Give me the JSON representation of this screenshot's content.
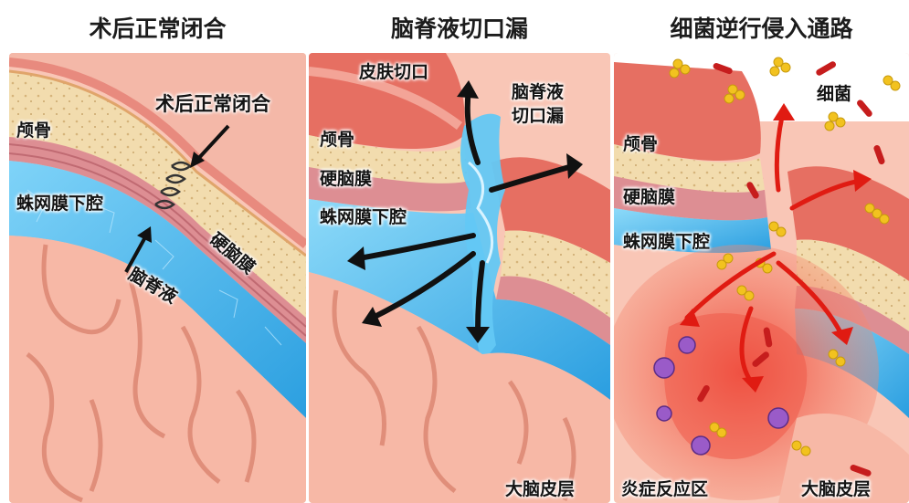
{
  "panels": [
    {
      "title": "术后正常闭合",
      "labels": {
        "closure": "术后正常闭合",
        "skull": "颅骨",
        "subarachnoid": "蛛网膜下腔",
        "csf": "脑脊液",
        "dura": "硬脑膜"
      }
    },
    {
      "title": "脑脊液切口漏",
      "labels": {
        "skin_incision": "皮肤切口",
        "leak": "脑脊液\n切口漏",
        "skull": "颅骨",
        "dura": "硬脑膜",
        "subarachnoid": "蛛网膜下腔",
        "cortex": "大脑皮层"
      }
    },
    {
      "title": "细菌逆行侵入通路",
      "labels": {
        "bacteria": "细菌",
        "skull": "颅骨",
        "dura": "硬脑膜",
        "subarachnoid": "蛛网膜下腔",
        "inflammation": "炎症反应区",
        "cortex": "大脑皮层"
      }
    }
  ],
  "colors": {
    "skin": "#e88a7e",
    "skull": "#f2dcae",
    "dura": "#d9848a",
    "csf": "#42b4ec",
    "brain": "#f7b8a6",
    "arrow_black": "#111111",
    "arrow_red": "#e01b12",
    "bacteria_yellow": "#f2c21f",
    "bacteria_red": "#c61d1d",
    "inflammation": "#f05a44"
  }
}
